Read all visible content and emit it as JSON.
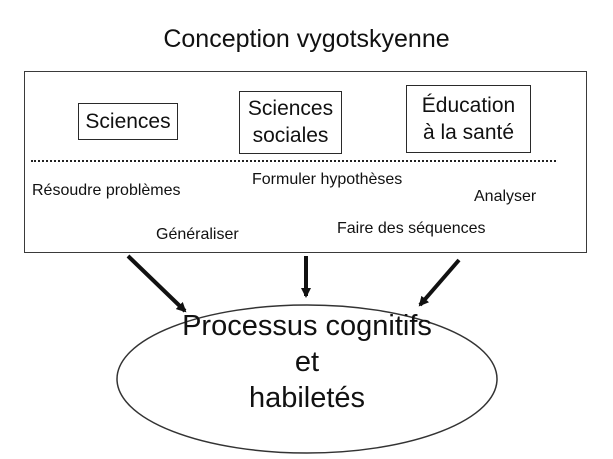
{
  "diagram": {
    "title": "Conception vygotskyenne",
    "subjects": [
      {
        "line1": "Sciences",
        "line2": ""
      },
      {
        "line1": "Sciences",
        "line2": "sociales"
      },
      {
        "line1": "Éducation",
        "line2": "à la santé"
      }
    ],
    "skills": [
      "Résoudre problèmes",
      "Formuler hypothèses",
      "Analyser",
      "Généraliser",
      "Faire des séquences"
    ],
    "outcome": {
      "line1": "Processus cognitifs",
      "line2": "et",
      "line3": "habiletés"
    }
  }
}
